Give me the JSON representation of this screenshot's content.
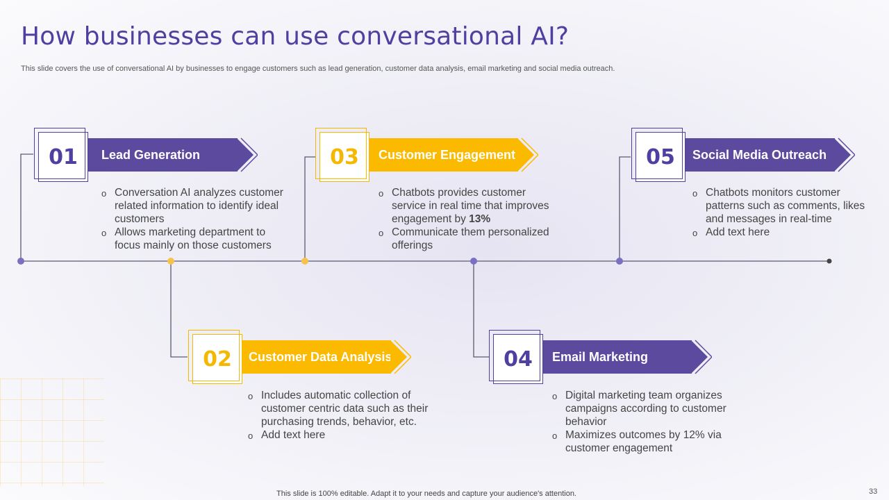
{
  "title": "How businesses can use conversational AI?",
  "subtitle": "This slide covers the use of conversational AI by businesses to engage customers such as lead generation, customer data analysis, email marketing and social media outreach.",
  "colors": {
    "purple": "#5b4a9e",
    "yellow": "#fbb900",
    "title": "#4f3fa0"
  },
  "steps": [
    {
      "number": "01",
      "label": "Lead Generation",
      "bullets": [
        "Conversation AI analyzes customer related information to identify ideal customers",
        "Allows marketing department to focus mainly on those customers"
      ]
    },
    {
      "number": "02",
      "label": "Customer Data Analysis",
      "bullets": [
        "Includes automatic collection of customer centric data such as their purchasing trends, behavior, etc.",
        "Add text here"
      ]
    },
    {
      "number": "03",
      "label": "Customer Engagement",
      "bullets": [
        "Chatbots provides customer service in real time that improves engagement by",
        "13%",
        "Communicate them personalized offerings"
      ]
    },
    {
      "number": "04",
      "label": "Email Marketing",
      "bullets": [
        "Digital marketing team organizes campaigns according to customer behavior",
        "Maximizes outcomes by 12% via customer engagement"
      ]
    },
    {
      "number": "05",
      "label": "Social Media Outreach",
      "bullets": [
        "Chatbots monitors customer patterns such as comments, likes and messages in real-time",
        "Add text here"
      ]
    }
  ],
  "footer": "This slide is 100% editable. Adapt it to your needs and capture your audience's attention.",
  "page_number": "33"
}
